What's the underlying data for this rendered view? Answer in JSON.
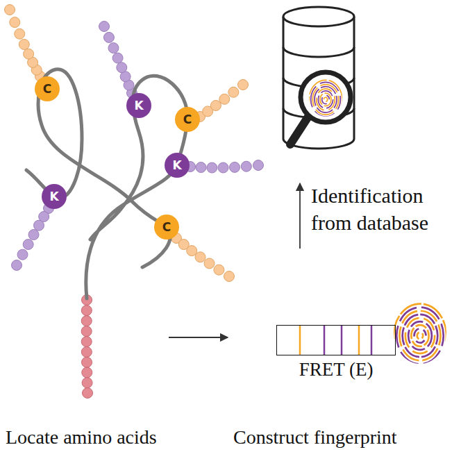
{
  "diagram": {
    "nodes": [
      {
        "text": [
          "C"
        ]
      },
      {
        "text": [
          "K"
        ]
      },
      {
        "text": [
          "C"
        ]
      },
      {
        "text": [
          "K"
        ]
      },
      {
        "text": [
          "K"
        ]
      },
      {
        "text": [
          "C"
        ]
      },
      {
        "text": [
          "FRET (E)"
        ]
      }
    ],
    "labels": [
      "Identification from database",
      "Locate amino acids",
      "Construct fingerprint"
    ]
  }
}
